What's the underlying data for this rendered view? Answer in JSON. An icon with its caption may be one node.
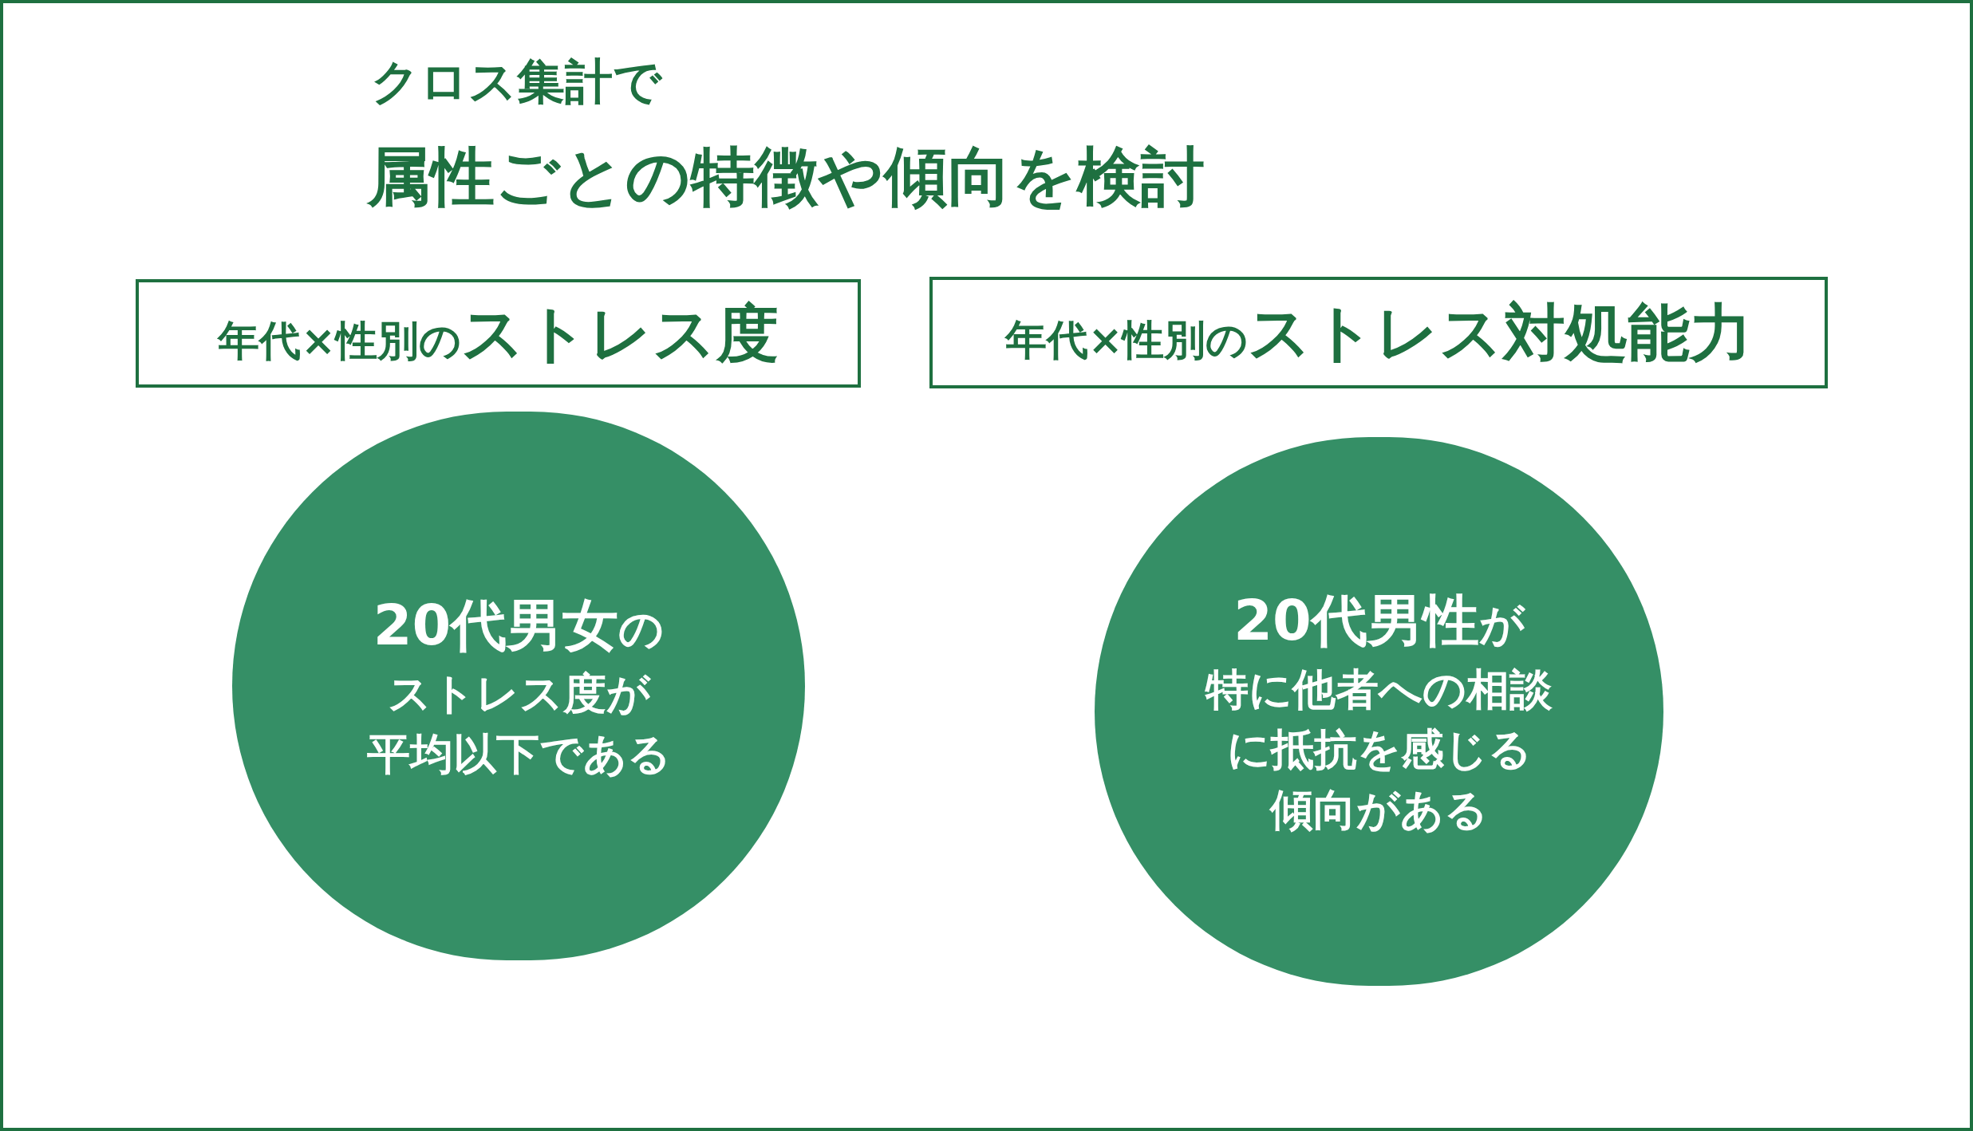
{
  "diagram": {
    "title": "属性ごとの特徴や傾向を検討",
    "labels": [
      "クロス集計で"
    ],
    "nodes": [
      {
        "text": [
          "年代×性別の**ストレス度**"
        ]
      },
      {
        "text": [
          "年代×性別の**ストレス対処能力**"
        ]
      },
      {
        "text": [
          "**20代男女**の",
          "ストレス度が",
          "平均以下である"
        ]
      },
      {
        "text": [
          "**20代男性**が",
          "特に他者への相談",
          "に抵抗を感じる",
          "傾向がある"
        ]
      }
    ],
    "edges": []
  }
}
